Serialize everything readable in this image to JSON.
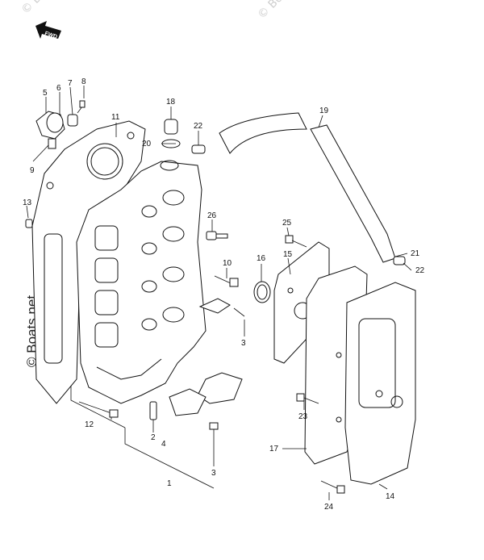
{
  "direction_marker": {
    "label": "FWD"
  },
  "watermark": {
    "text": "© Boats.net"
  },
  "callouts": [
    {
      "id": "c1",
      "text": "1"
    },
    {
      "id": "c2",
      "text": "2"
    },
    {
      "id": "c3a",
      "text": "3"
    },
    {
      "id": "c3b",
      "text": "3"
    },
    {
      "id": "c4",
      "text": "4"
    },
    {
      "id": "c5",
      "text": "5"
    },
    {
      "id": "c6",
      "text": "6"
    },
    {
      "id": "c7",
      "text": "7"
    },
    {
      "id": "c8",
      "text": "8"
    },
    {
      "id": "c9",
      "text": "9"
    },
    {
      "id": "c10",
      "text": "10"
    },
    {
      "id": "c11",
      "text": "11"
    },
    {
      "id": "c12",
      "text": "12"
    },
    {
      "id": "c13",
      "text": "13"
    },
    {
      "id": "c14",
      "text": "14"
    },
    {
      "id": "c15",
      "text": "15"
    },
    {
      "id": "c16",
      "text": "16"
    },
    {
      "id": "c17",
      "text": "17"
    },
    {
      "id": "c18",
      "text": "18"
    },
    {
      "id": "c19",
      "text": "19"
    },
    {
      "id": "c20",
      "text": "20"
    },
    {
      "id": "c21",
      "text": "21"
    },
    {
      "id": "c22a",
      "text": "22"
    },
    {
      "id": "c22b",
      "text": "22"
    },
    {
      "id": "c23",
      "text": "23"
    },
    {
      "id": "c24",
      "text": "24"
    },
    {
      "id": "c25",
      "text": "25"
    },
    {
      "id": "c26",
      "text": "26"
    }
  ]
}
